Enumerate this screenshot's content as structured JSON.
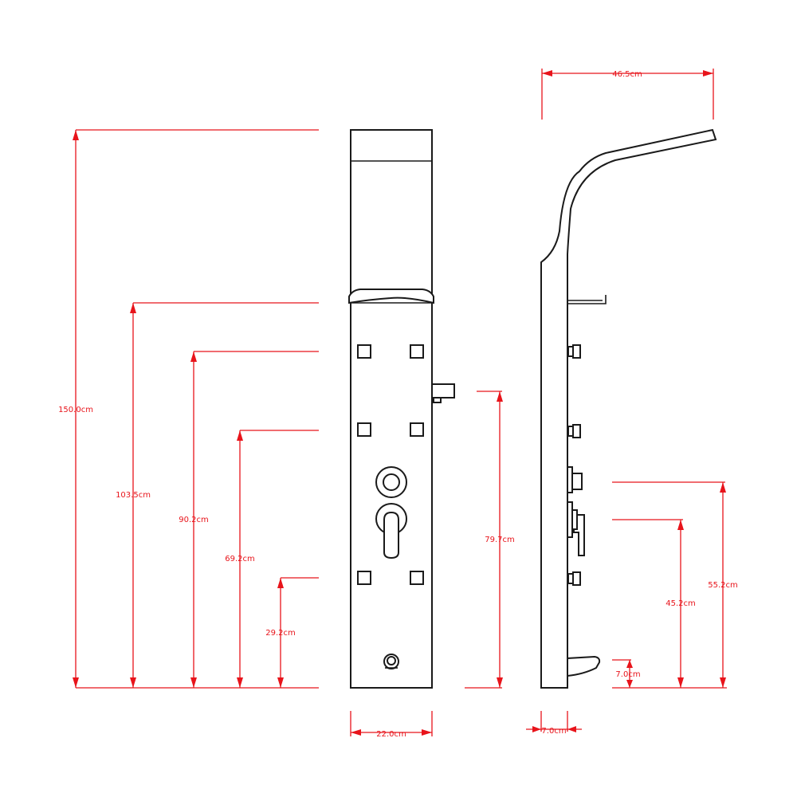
{
  "colors": {
    "dimension": "#e8141b",
    "outline": "#1a1a1a",
    "background": "#ffffff"
  },
  "front_view": {
    "dimensions": {
      "total_height": "150.0cm",
      "shelf_height": "103.5cm",
      "top_jets_height": "90.2cm",
      "middle_jets_height": "69.2cm",
      "bottom_jets_height": "29.2cm",
      "hand_shower_outlet_height": "79.7cm",
      "panel_width": "22.0cm"
    }
  },
  "side_view": {
    "dimensions": {
      "head_reach": "46.5cm",
      "panel_depth": "7.0cm",
      "spout_height": "7.0cm",
      "mixer_handle_height": "45.2cm",
      "diverter_knob_height": "55.2cm"
    }
  }
}
